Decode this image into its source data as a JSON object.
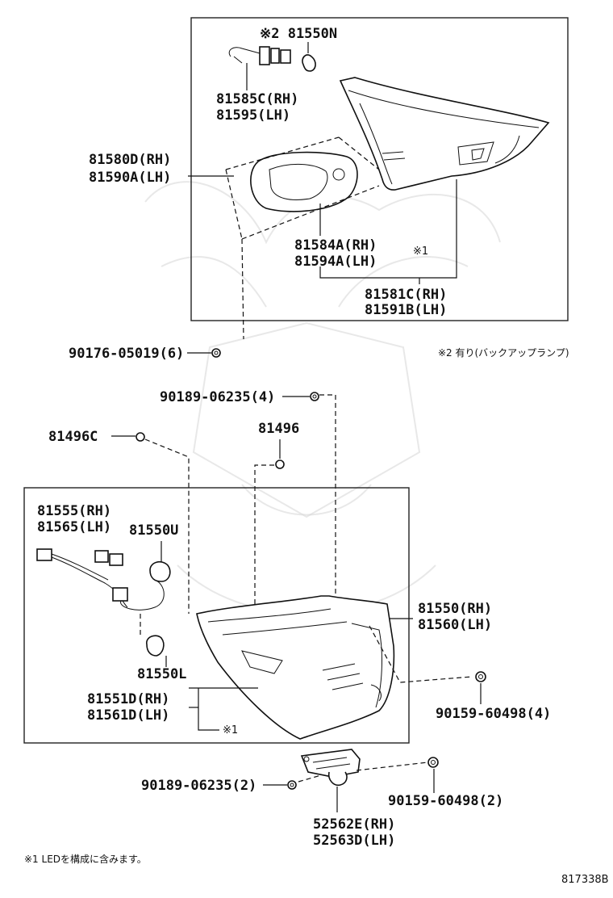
{
  "diagram_id": "817338B",
  "upper_group": {
    "bulb_note": "※2 81550N",
    "socket_rh": "81585C(RH)",
    "socket_lh": "81595(LH)",
    "cover_rh": "81580D(RH)",
    "cover_lh": "81590A(LH)",
    "gasket_rh": "81584A(RH)",
    "gasket_lh": "81594A(LH)",
    "note_ref": "※1",
    "lamp_rh": "81581C(RH)",
    "lamp_lh": "81591B(LH)"
  },
  "fasteners": {
    "nut_upper": "90176-05019(6)",
    "screw_top": "90189-06235(4)",
    "clip_left": "81496C",
    "clip_mid": "81496",
    "nut_right": "90159-60498(4)",
    "screw_bottom": "90189-06235(2)",
    "nut_bottom": "90159-60498(2)"
  },
  "lower_group": {
    "socket_rh": "81555(RH)",
    "socket_lh": "81565(LH)",
    "bulb_u": "81550U",
    "bulb_l": "81550L",
    "lens_rh": "81551D(RH)",
    "lens_lh": "81561D(LH)",
    "note_ref": "※1",
    "lamp_rh": "81550(RH)",
    "lamp_lh": "81560(LH)"
  },
  "bracket": {
    "rh": "52562E(RH)",
    "lh": "52563D(LH)"
  },
  "notes": {
    "note2": "※2 有り(バックアップランプ)",
    "note1": "※1 LEDを構成に含みます。"
  }
}
